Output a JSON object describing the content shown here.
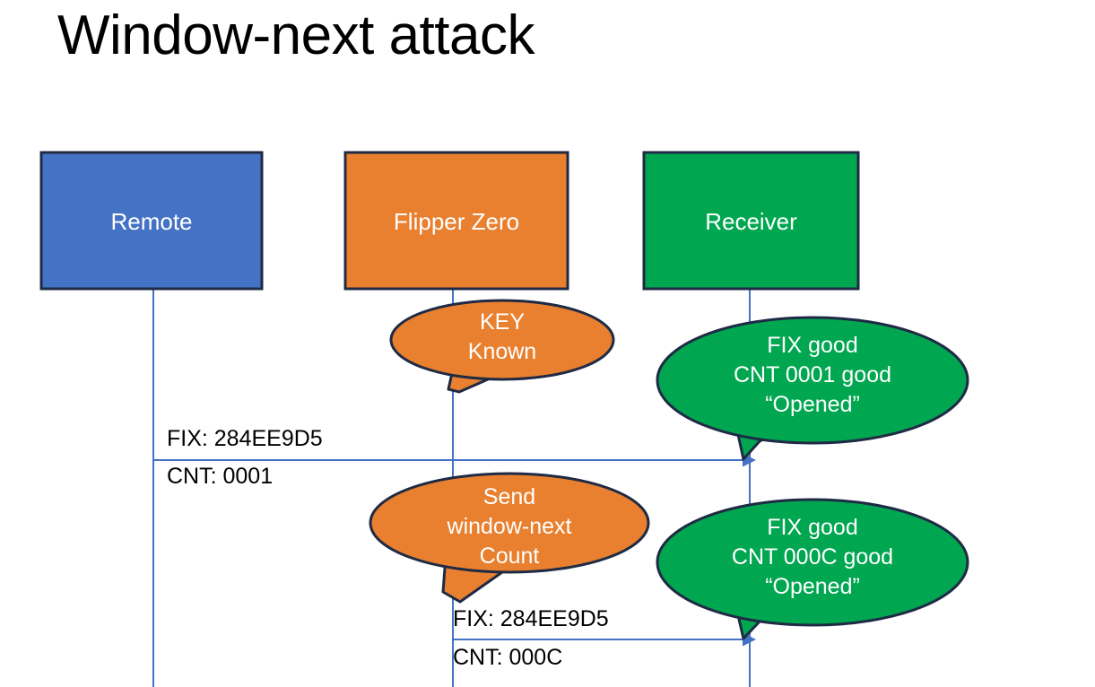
{
  "title": "Window-next attack",
  "colors": {
    "remote_fill": "#4472C4",
    "flipper_fill": "#E8802F",
    "receiver_fill": "#00A650",
    "outline": "#1F2A44",
    "lifeline": "#4472C4",
    "text_light": "#FFFFFF",
    "text_dark": "#000000",
    "background": "#FFFFFF"
  },
  "actors": [
    {
      "id": "remote",
      "label": "Remote"
    },
    {
      "id": "flipper",
      "label": "Flipper Zero"
    },
    {
      "id": "receiver",
      "label": "Receiver"
    }
  ],
  "callouts": [
    {
      "id": "key-known",
      "owner": "flipper",
      "lines": [
        "KEY",
        "Known"
      ]
    },
    {
      "id": "fix-good-0001",
      "owner": "receiver",
      "lines": [
        "FIX good",
        "CNT 0001 good",
        "“Opened”"
      ]
    },
    {
      "id": "send-window-next",
      "owner": "flipper",
      "lines": [
        "Send",
        "window-next",
        "Count"
      ]
    },
    {
      "id": "fix-good-000c",
      "owner": "receiver",
      "lines": [
        "FIX good",
        "CNT 000C good",
        "“Opened”"
      ]
    }
  ],
  "messages": [
    {
      "id": "msg-1",
      "from": "remote",
      "to": "receiver",
      "fix_label": "FIX: 284EE9D5",
      "cnt_label": "CNT: 0001"
    },
    {
      "id": "msg-2",
      "from": "flipper",
      "to": "receiver",
      "fix_label": "FIX: 284EE9D5",
      "cnt_label": "CNT: 000C"
    }
  ]
}
